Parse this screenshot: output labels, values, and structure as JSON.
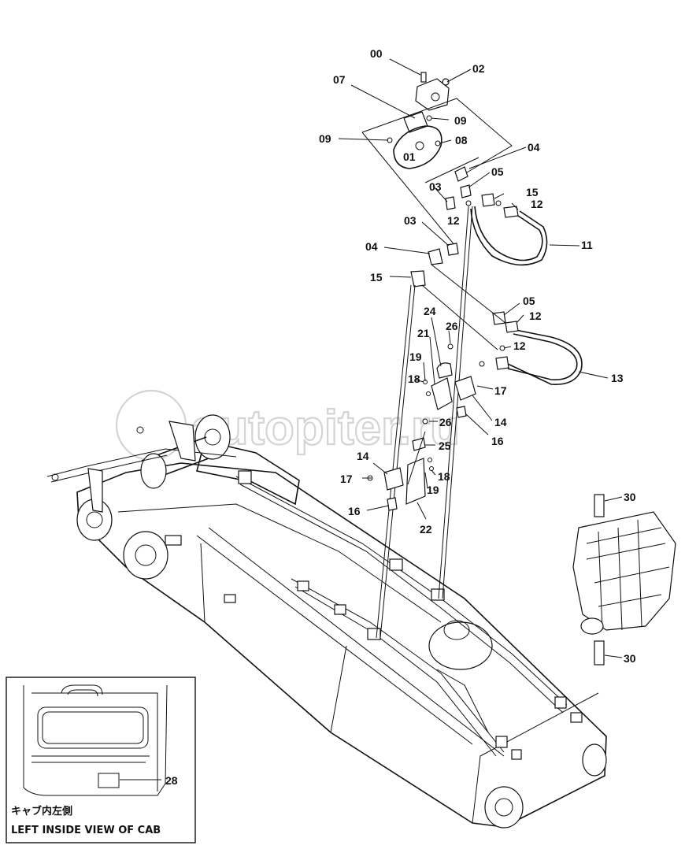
{
  "watermark": "autopiter.ru",
  "callouts": [
    {
      "id": "c00",
      "text": "00"
    },
    {
      "id": "c02",
      "text": "02"
    },
    {
      "id": "c07",
      "text": "07"
    },
    {
      "id": "c09a",
      "text": "09"
    },
    {
      "id": "c09b",
      "text": "09"
    },
    {
      "id": "c08",
      "text": "08"
    },
    {
      "id": "c01",
      "text": "01"
    },
    {
      "id": "c04a",
      "text": "04"
    },
    {
      "id": "c05a",
      "text": "05"
    },
    {
      "id": "c03a",
      "text": "03"
    },
    {
      "id": "c15a",
      "text": "15"
    },
    {
      "id": "c12a",
      "text": "12"
    },
    {
      "id": "c12b",
      "text": "12"
    },
    {
      "id": "c11",
      "text": "11"
    },
    {
      "id": "c03b",
      "text": "03"
    },
    {
      "id": "c04b",
      "text": "04"
    },
    {
      "id": "c15b",
      "text": "15"
    },
    {
      "id": "c05b",
      "text": "05"
    },
    {
      "id": "c12c",
      "text": "12"
    },
    {
      "id": "c24",
      "text": "24"
    },
    {
      "id": "c26a",
      "text": "26"
    },
    {
      "id": "c21",
      "text": "21"
    },
    {
      "id": "c12d",
      "text": "12"
    },
    {
      "id": "c19a",
      "text": "19"
    },
    {
      "id": "c13",
      "text": "13"
    },
    {
      "id": "c18a",
      "text": "18"
    },
    {
      "id": "c17a",
      "text": "17"
    },
    {
      "id": "c14a",
      "text": "14"
    },
    {
      "id": "c26b",
      "text": "26"
    },
    {
      "id": "c16a",
      "text": "16"
    },
    {
      "id": "c25",
      "text": "25"
    },
    {
      "id": "c14b",
      "text": "14"
    },
    {
      "id": "c17b",
      "text": "17"
    },
    {
      "id": "c18b",
      "text": "18"
    },
    {
      "id": "c19b",
      "text": "19"
    },
    {
      "id": "c16b",
      "text": "16"
    },
    {
      "id": "c22",
      "text": "22"
    },
    {
      "id": "c30a",
      "text": "30"
    },
    {
      "id": "c30b",
      "text": "30"
    },
    {
      "id": "c28",
      "text": "28"
    }
  ],
  "inset": {
    "caption_jp": "キャブ内左側",
    "caption_en": "LEFT INSIDE VIEW OF CAB"
  }
}
